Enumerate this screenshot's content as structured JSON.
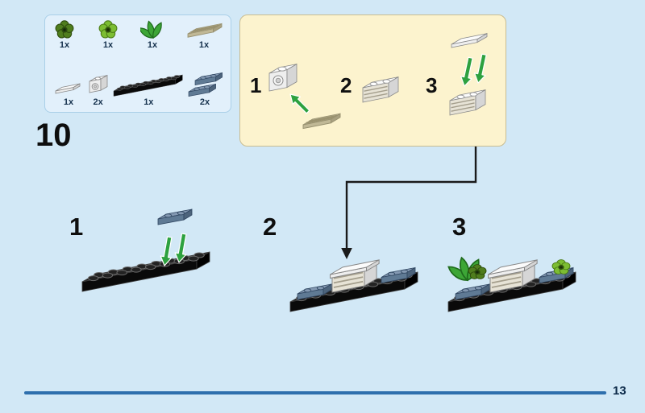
{
  "page": {
    "step_number": "10",
    "page_number": "13"
  },
  "colors": {
    "background": "#d2e8f6",
    "parts_panel": "#e2f0fb",
    "callout_panel": "#fcf3ce",
    "arrow_green": "#2da13f",
    "divider_blue": "#2e6fad",
    "plate_black": "#232323",
    "plate_sand_blue": "#8499b2",
    "brick_white": "#f5f5f5",
    "ingot_tan": "#ddd6b8"
  },
  "parts_box": {
    "rows": [
      [
        {
          "part": "flower-plate-dark-green",
          "count": "1x"
        },
        {
          "part": "flower-plate-bright-green",
          "count": "1x"
        },
        {
          "part": "plant-leaves",
          "count": "1x"
        },
        {
          "part": "ingot-tan",
          "count": "1x"
        }
      ],
      [
        {
          "part": "tile-white-1x2",
          "count": "1x"
        },
        {
          "part": "headlight-brick-white",
          "count": "2x"
        },
        {
          "part": "plate-black-2x8",
          "count": "1x"
        },
        {
          "part": "plate-sand-blue-1x2",
          "count": "2x"
        }
      ]
    ]
  },
  "inset": {
    "steps": [
      {
        "number": "1"
      },
      {
        "number": "2"
      },
      {
        "number": "3"
      }
    ]
  },
  "main_steps": [
    {
      "number": "1"
    },
    {
      "number": "2"
    },
    {
      "number": "3"
    }
  ]
}
